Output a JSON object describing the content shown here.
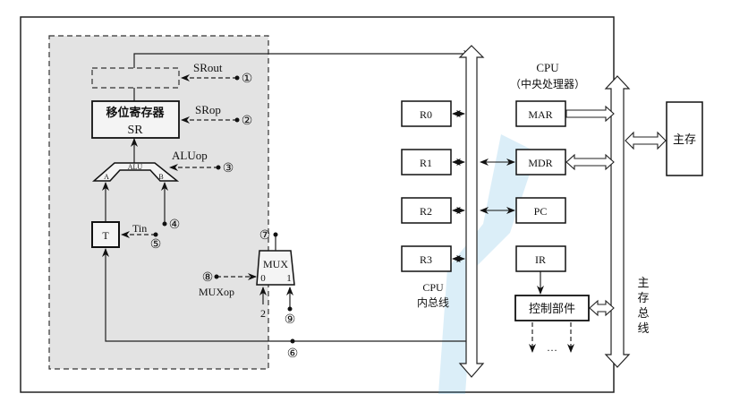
{
  "diagram": {
    "title": "CPU",
    "subtitle": "（中央处理器）",
    "alu_unit": {
      "shift_register_cn": "移位寄存器",
      "shift_register_abbr": "SR",
      "alu_label": "ALU",
      "alu_input_a": "A",
      "alu_input_b": "B",
      "temp_register": "T",
      "mux_label": "MUX",
      "mux_input_0": "0",
      "mux_input_1": "1",
      "mux_const_input": "2"
    },
    "control_signals": [
      {
        "name": "SRout",
        "marker": "①"
      },
      {
        "name": "SRop",
        "marker": "②"
      },
      {
        "name": "ALUop",
        "marker": "③"
      },
      {
        "name": "",
        "marker": "④"
      },
      {
        "name": "Tin",
        "marker": "⑤"
      },
      {
        "name": "",
        "marker": "⑥"
      },
      {
        "name": "",
        "marker": "⑦"
      },
      {
        "name": "MUXop",
        "marker": "⑧"
      },
      {
        "name": "",
        "marker": "⑨"
      }
    ],
    "general_registers": [
      "R0",
      "R1",
      "R2",
      "R3"
    ],
    "special_registers": [
      "MAR",
      "MDR",
      "PC",
      "IR"
    ],
    "control_unit": "控制部件",
    "control_outputs": "…",
    "internal_bus_label_line1": "CPU",
    "internal_bus_label_line2": "内总线",
    "main_memory": "主存",
    "memory_bus_label": [
      "主",
      "存",
      "总",
      "线"
    ]
  }
}
